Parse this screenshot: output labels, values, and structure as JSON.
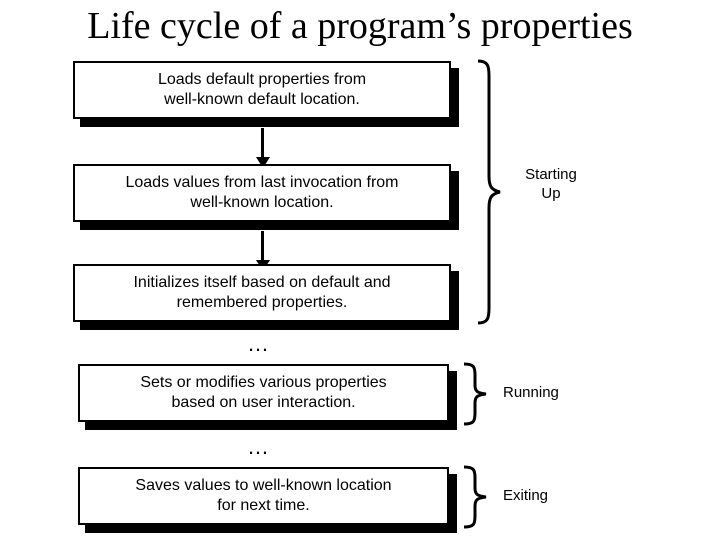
{
  "slide": {
    "title": "Life cycle of a program’s properties",
    "background_color": "#ffffff",
    "ink_color": "#000000"
  },
  "diagram": {
    "type": "flowchart",
    "steps": [
      {
        "id": "load-defaults",
        "line1": "Loads default properties from",
        "line2": "well-known default location.",
        "phase": "Starting Up"
      },
      {
        "id": "load-last-invocation",
        "line1": "Loads values from last invocation from",
        "line2": "well-known location.",
        "phase": "Starting Up"
      },
      {
        "id": "initialize",
        "line1": "Initializes itself based on default and",
        "line2": "remembered properties.",
        "phase": "Starting Up"
      },
      {
        "id": "modify-properties",
        "line1": "Sets or modifies various properties",
        "line2": "based on user interaction.",
        "phase": "Running"
      },
      {
        "id": "save-values",
        "line1": "Saves values to well-known location",
        "line2": "for next time.",
        "phase": "Exiting"
      }
    ],
    "separators": [
      {
        "id": "separator-1",
        "text": "…"
      },
      {
        "id": "separator-2",
        "text": "…"
      }
    ],
    "phases": [
      {
        "id": "starting-up",
        "line1": "Starting",
        "line2": "Up"
      },
      {
        "id": "running",
        "line1": "Running",
        "line2": ""
      },
      {
        "id": "exiting",
        "line1": "Exiting",
        "line2": ""
      }
    ],
    "connectors": [
      {
        "id": "arrow-1",
        "direction": "down"
      },
      {
        "id": "arrow-2",
        "direction": "down"
      }
    ]
  }
}
